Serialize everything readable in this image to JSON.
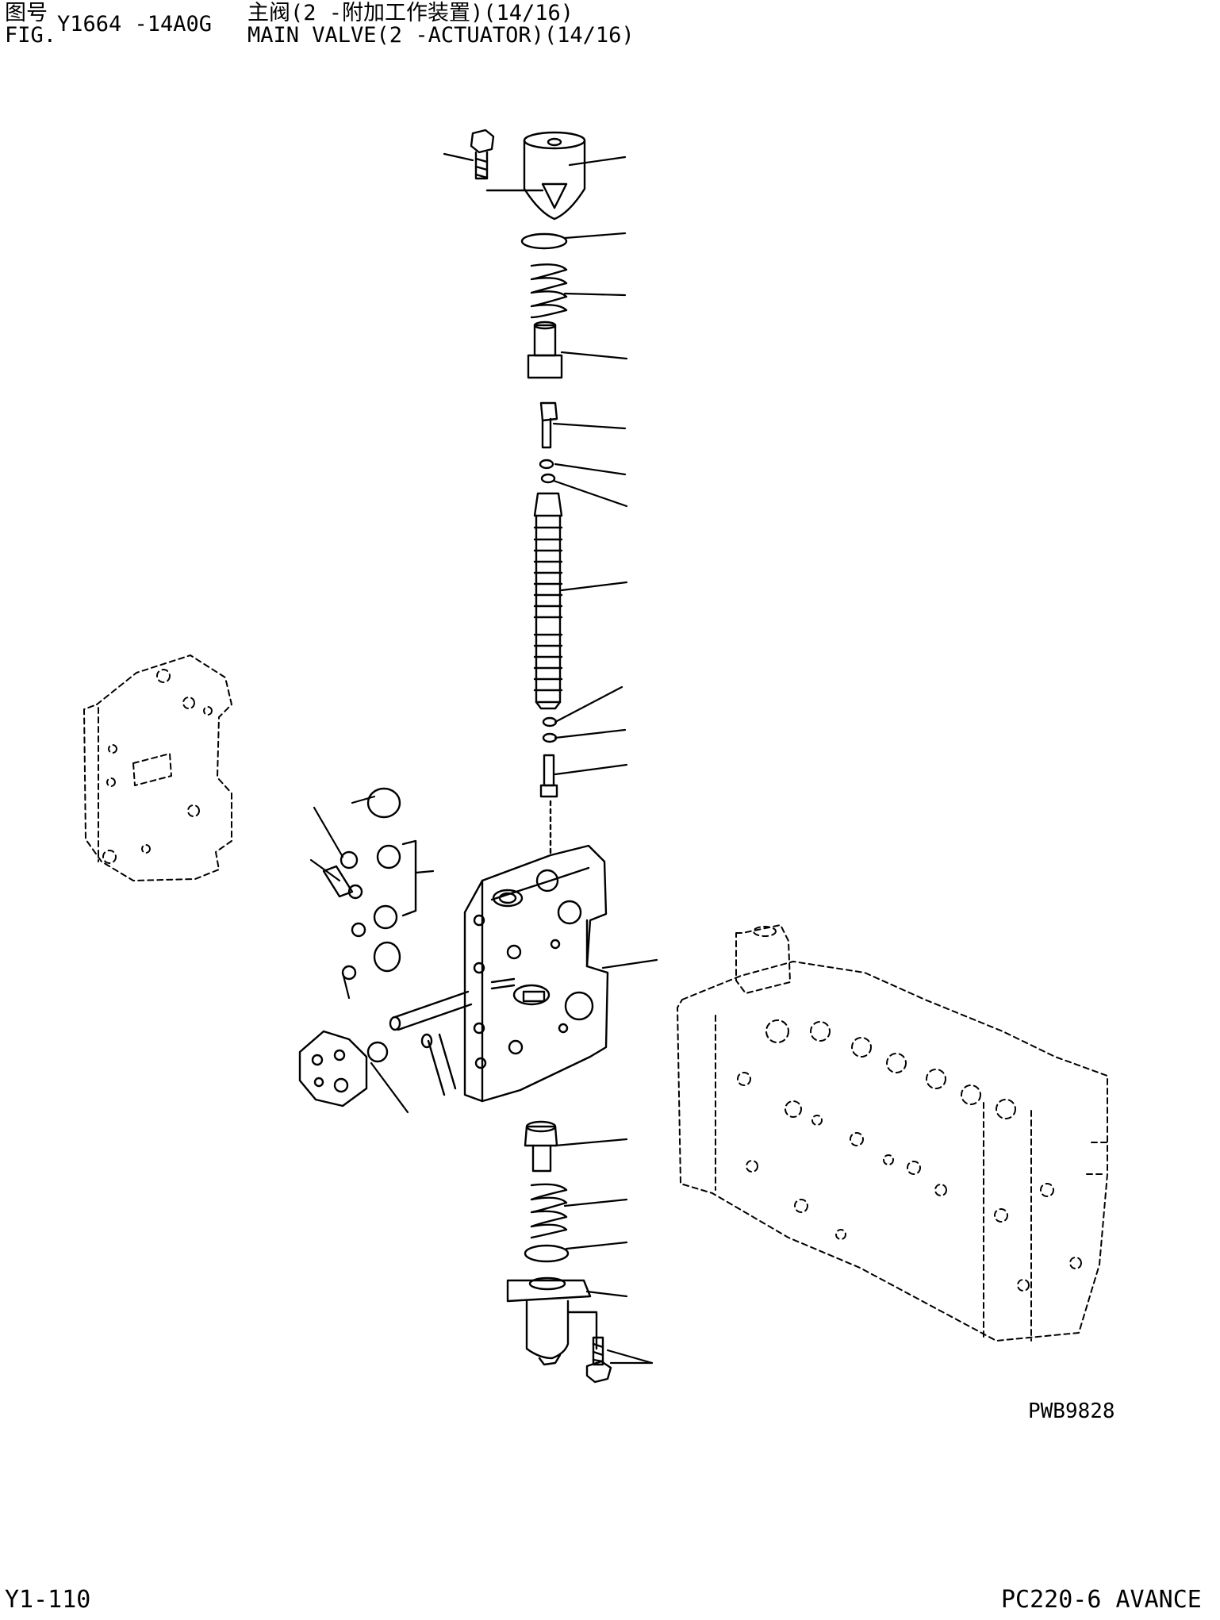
{
  "header": {
    "fig_label_cn": "图号",
    "fig_label": "FIG.",
    "fig_number": "Y1664 -14A0G",
    "title_cn": "主阀(2 -附加工作装置)(14/16)",
    "title_en": "MAIN VALVE(2 -ACTUATOR)(14/16)"
  },
  "drawing_code": "PWB9828",
  "footer": {
    "page_number": "Y1-110",
    "model": "PC220-6 AVANCE"
  }
}
